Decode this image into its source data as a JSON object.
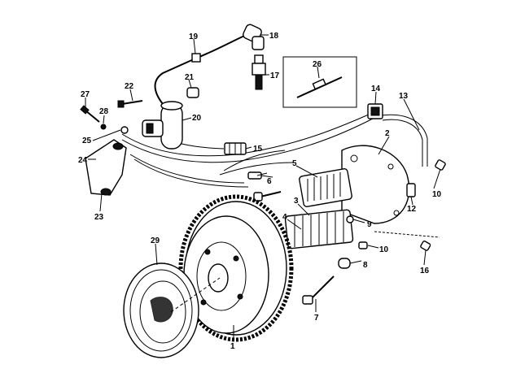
{
  "callouts": [
    {
      "id": "c1",
      "text": "1"
    },
    {
      "id": "c2",
      "text": "2"
    },
    {
      "id": "c3",
      "text": "3"
    },
    {
      "id": "c4",
      "text": "4"
    },
    {
      "id": "c5",
      "text": "5"
    },
    {
      "id": "c6",
      "text": "6"
    },
    {
      "id": "c7",
      "text": "7"
    },
    {
      "id": "c8",
      "text": "8"
    },
    {
      "id": "c9",
      "text": "9"
    },
    {
      "id": "c10a",
      "text": "10"
    },
    {
      "id": "c10b",
      "text": "10"
    },
    {
      "id": "c12",
      "text": "12"
    },
    {
      "id": "c13",
      "text": "13"
    },
    {
      "id": "c14",
      "text": "14"
    },
    {
      "id": "c15",
      "text": "15"
    },
    {
      "id": "c16",
      "text": "16"
    },
    {
      "id": "c17",
      "text": "17"
    },
    {
      "id": "c18",
      "text": "18"
    },
    {
      "id": "c19",
      "text": "19"
    },
    {
      "id": "c20",
      "text": "20"
    },
    {
      "id": "c21",
      "text": "21"
    },
    {
      "id": "c22",
      "text": "22"
    },
    {
      "id": "c23",
      "text": "23"
    },
    {
      "id": "c24",
      "text": "24"
    },
    {
      "id": "c25",
      "text": "25"
    },
    {
      "id": "c26",
      "text": "26"
    },
    {
      "id": "c27",
      "text": "27"
    },
    {
      "id": "c28",
      "text": "28"
    },
    {
      "id": "c29",
      "text": "29"
    }
  ]
}
